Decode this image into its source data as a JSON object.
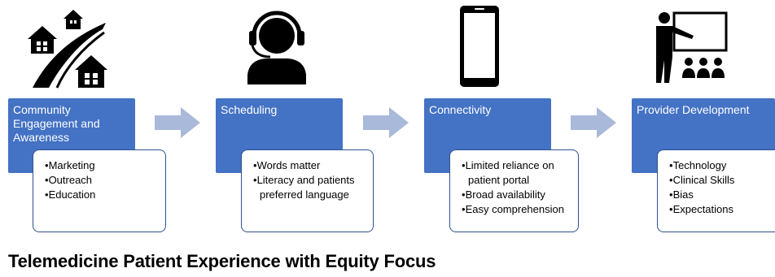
{
  "title": "Telemedicine Patient Experience with Equity Focus",
  "colors": {
    "header": "#4472C4",
    "border": "#2F528F",
    "arrow": "#A9B9D9"
  },
  "steps": [
    {
      "heading": "Community Engagement and Awareness",
      "icon": "houses-road-icon",
      "bullets": [
        "Marketing",
        "Outreach",
        "Education"
      ]
    },
    {
      "heading": "Scheduling",
      "icon": "headset-agent-icon",
      "bullets": [
        "Words matter",
        "Literacy and patients preferred language"
      ]
    },
    {
      "heading": "Connectivity",
      "icon": "smartphone-icon",
      "bullets": [
        "Limited reliance on patient portal",
        "Broad availability",
        "Easy comprehension"
      ]
    },
    {
      "heading": "Provider Development",
      "icon": "presenter-icon",
      "bullets": [
        "Technology",
        "Clinical Skills",
        "Bias",
        "Expectations"
      ]
    }
  ]
}
